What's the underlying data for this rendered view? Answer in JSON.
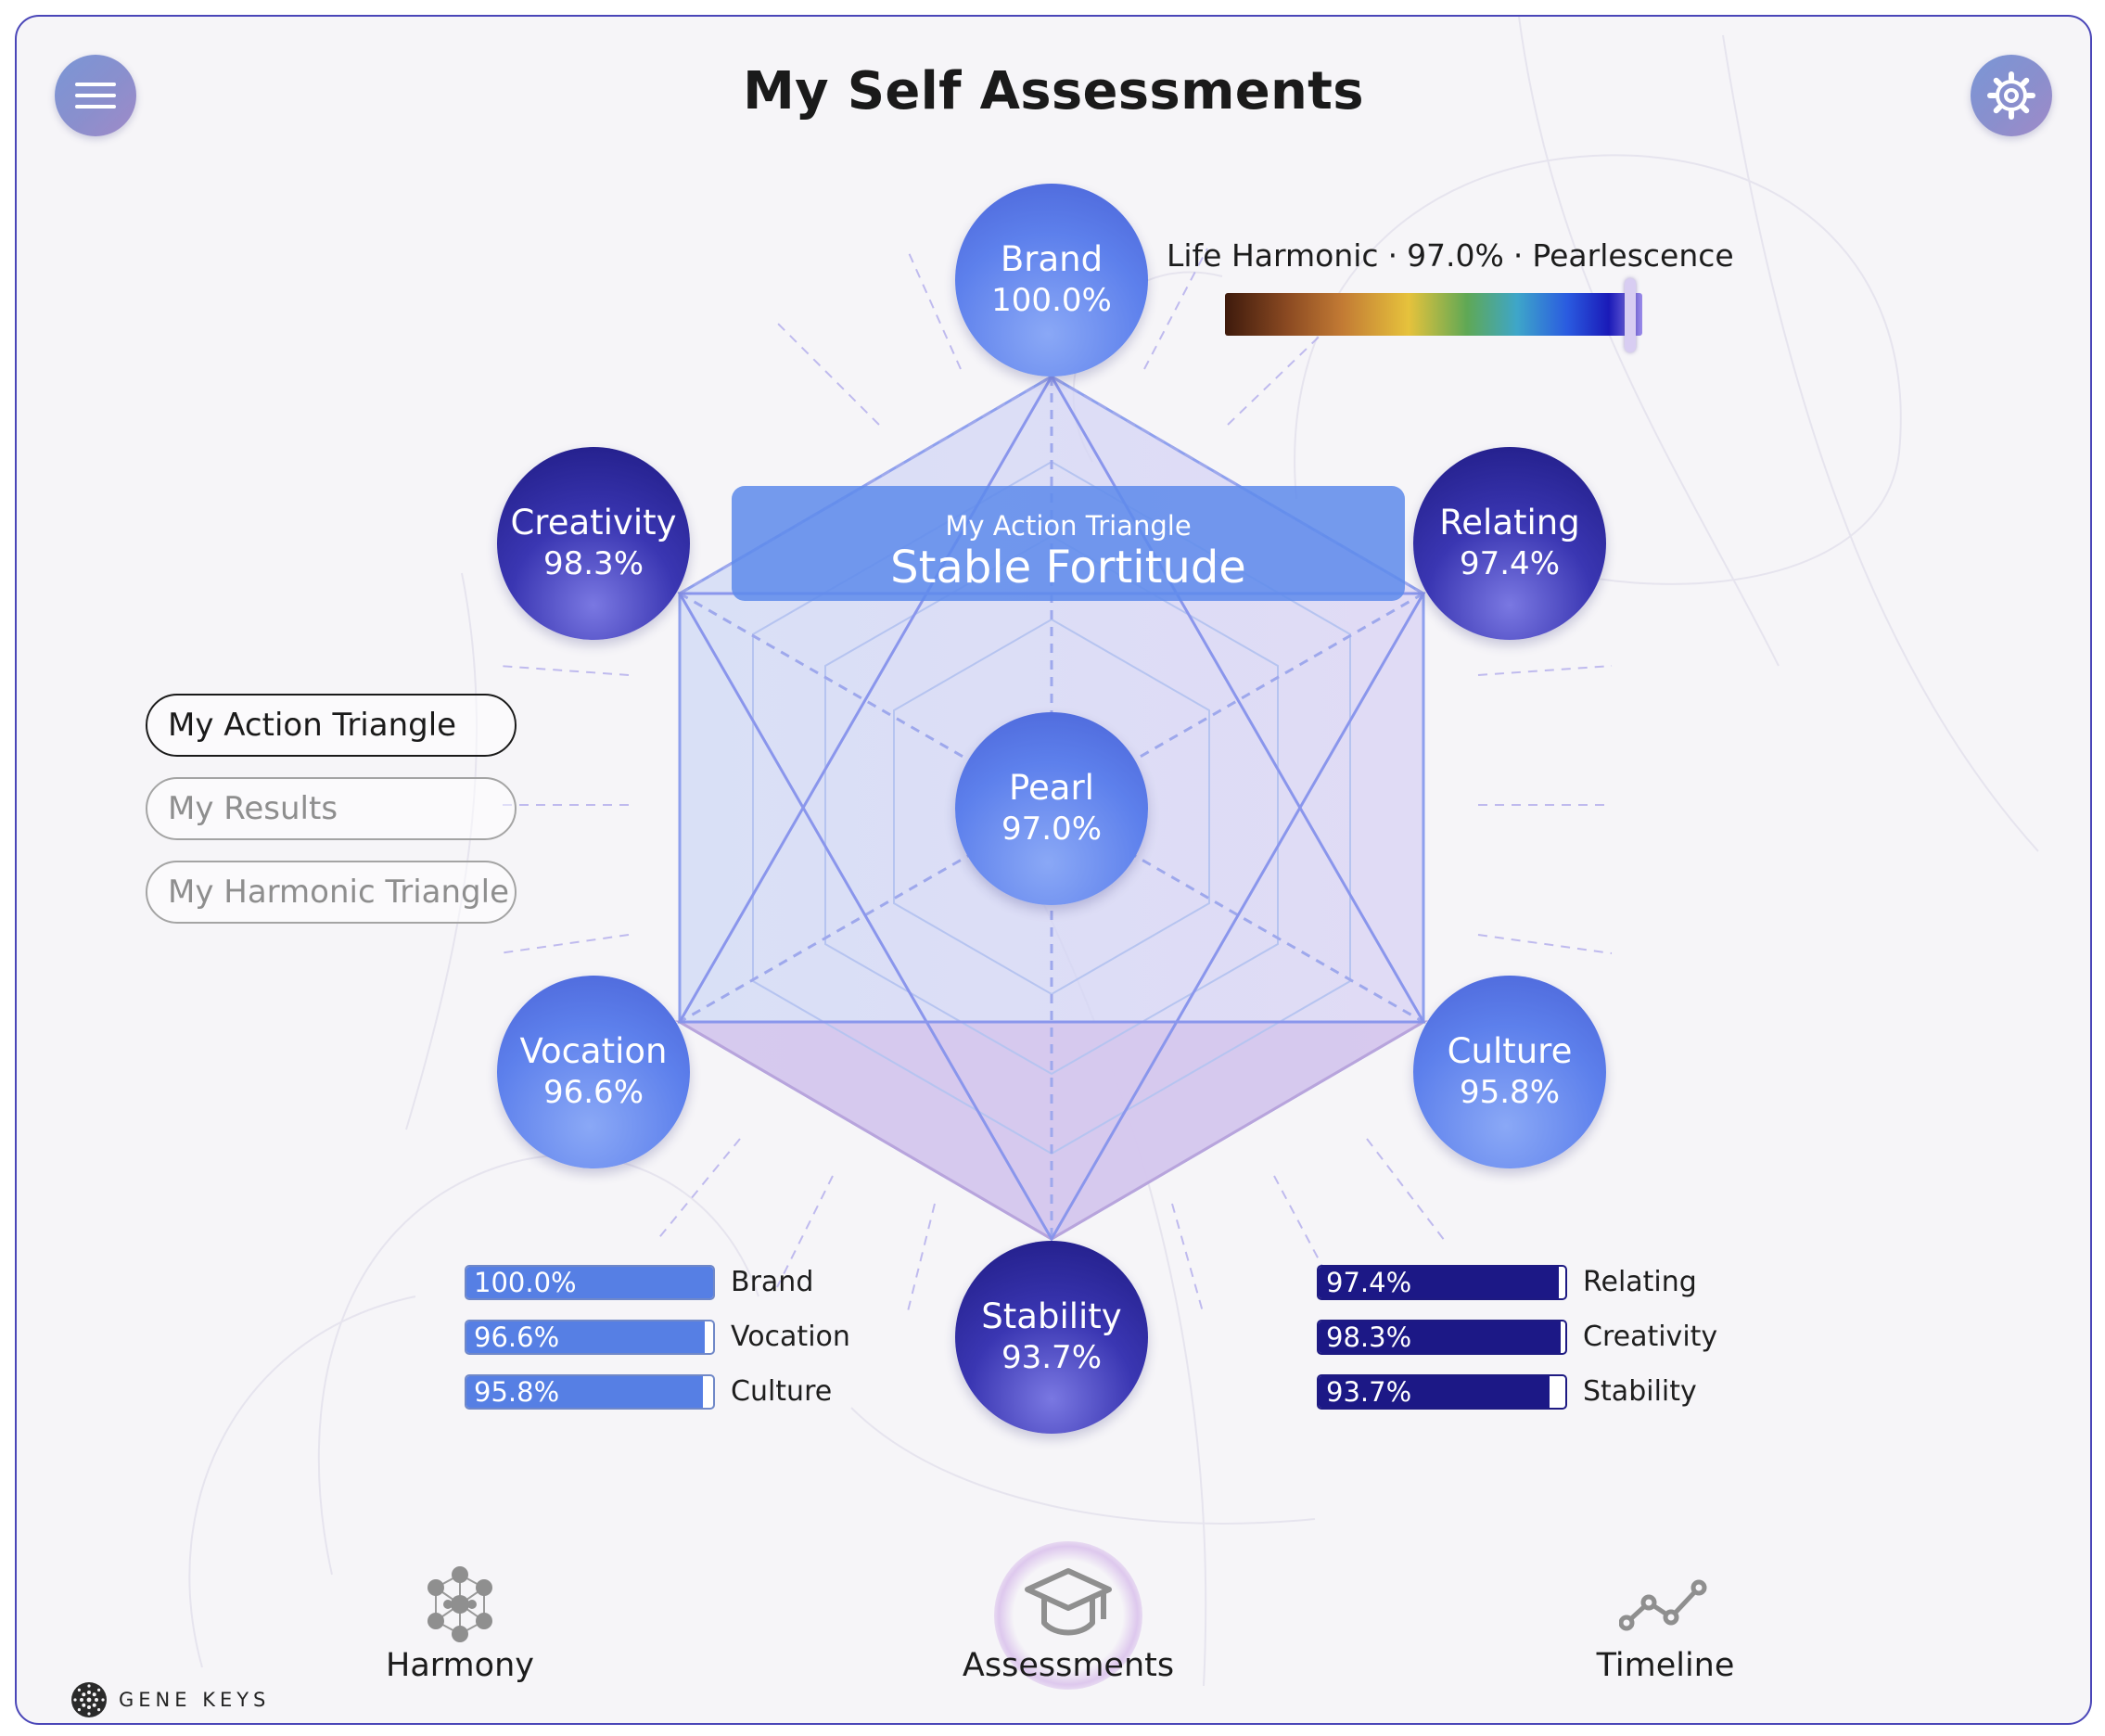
{
  "header": {
    "title": "My Self Assessments"
  },
  "harmonic": {
    "label_prefix": "Life Harmonic",
    "value": "97.0%",
    "level_name": "Pearlescence",
    "marker_position": 0.97
  },
  "banner": {
    "subtitle": "My Action Triangle",
    "title": "Stable Fortitude"
  },
  "spheres": {
    "brand": {
      "name": "Brand",
      "value": "100.0%"
    },
    "creativity": {
      "name": "Creativity",
      "value": "98.3%"
    },
    "relating": {
      "name": "Relating",
      "value": "97.4%"
    },
    "pearl": {
      "name": "Pearl",
      "value": "97.0%"
    },
    "vocation": {
      "name": "Vocation",
      "value": "96.6%"
    },
    "culture": {
      "name": "Culture",
      "value": "95.8%"
    },
    "stability": {
      "name": "Stability",
      "value": "93.7%"
    }
  },
  "view_toggle": {
    "items": [
      "My Action Triangle",
      "My Results",
      "My Harmonic Triangle"
    ],
    "selected": "My Action Triangle"
  },
  "bars_left": [
    {
      "label": "100.0%",
      "name": "Brand",
      "fraction": 1.0
    },
    {
      "label": "96.6%",
      "name": "Vocation",
      "fraction": 0.966
    },
    {
      "label": "95.8%",
      "name": "Culture",
      "fraction": 0.958
    }
  ],
  "bars_right": [
    {
      "label": "97.4%",
      "name": "Relating",
      "fraction": 0.974
    },
    {
      "label": "98.3%",
      "name": "Creativity",
      "fraction": 0.983
    },
    {
      "label": "93.7%",
      "name": "Stability",
      "fraction": 0.937
    }
  ],
  "bottom_nav": [
    {
      "label": "Harmony",
      "icon": "harmony-network-icon"
    },
    {
      "label": "Assessments",
      "icon": "graduation-cap-icon",
      "active": true
    },
    {
      "label": "Timeline",
      "icon": "timeline-chart-icon"
    }
  ],
  "brand": {
    "name": "GENE KEYS"
  },
  "colors": {
    "accent": "#4a46b8",
    "sphere_light": "#5d80ec",
    "sphere_dark": "#1e1a82",
    "banner": "#5e8aeb",
    "bar_light": "#567fe4",
    "bar_dark": "#1c1886"
  }
}
